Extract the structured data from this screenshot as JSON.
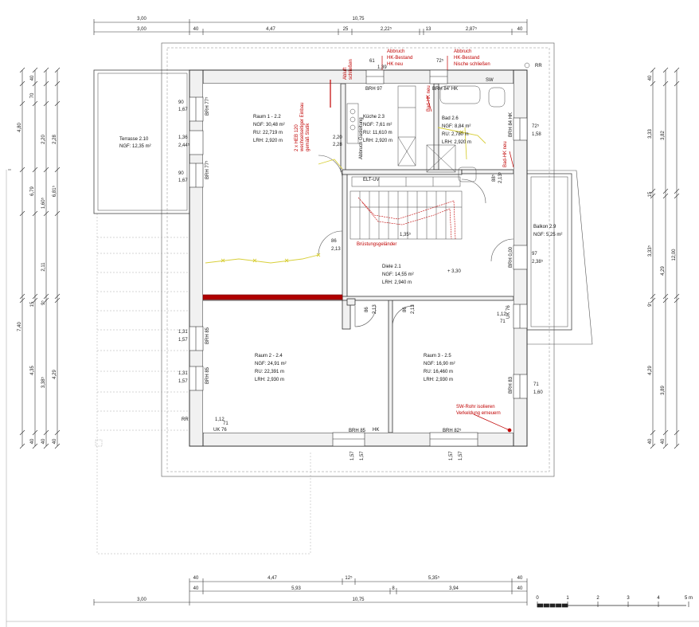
{
  "dims_top_1": [
    "3,00",
    "10,75"
  ],
  "dims_top_2": [
    "3,00",
    "40",
    "4,47",
    "25",
    "2,22⁵",
    "13",
    "2,87⁵",
    "40"
  ],
  "dims_bottom_1": [
    "40",
    "4,47",
    "12⁵",
    "5,35⁵",
    "40"
  ],
  "dims_bottom_2": [
    "40",
    "5,93",
    "8",
    "3,94",
    "40"
  ],
  "dims_bottom_3": [
    "3,00",
    "10,75"
  ],
  "dims_left": [
    "4,80",
    "40",
    "70",
    "2,20",
    "2,28",
    "6,79",
    "1,60⁵",
    "6,81⁵",
    "2,11",
    "15",
    "9⁵",
    "7,40",
    "3,38⁵",
    "4,29",
    "4,35",
    "40",
    "40",
    "40"
  ],
  "dims_right": [
    "40",
    "3,33",
    "3,82",
    "15",
    "3,33⁵",
    "4,29",
    "12,00",
    "9⁵",
    "4,29",
    "3,89",
    "40",
    "40"
  ],
  "rooms": {
    "terrace": {
      "name": "Terrasse 2.10",
      "ngf": "NGF: 12,35 m²"
    },
    "room1": {
      "name": "Raum 1 - 2.2",
      "ngf": "NGF: 30,48 m²",
      "ru": "RU: 22,719 m",
      "lrh": "LRH: 2,920 m"
    },
    "kitchen": {
      "name": "Küche 2.3",
      "ngf": "NGF: 7,61 m²",
      "ru": "RU: 11,610 m",
      "lrh": "LRH: 2,920 m"
    },
    "bath": {
      "name": "Bad 2.6",
      "ngf": "NGF: 8,84 m²",
      "ru": "RU: 2,780 m",
      "lrh": "LRH: 2,920 m"
    },
    "balcony": {
      "name": "Balkon 2.9",
      "ngf": "NGF: 5,25 m²"
    },
    "diele": {
      "name": "Diele 2.1",
      "ngf": "NGF: 14,55 m²",
      "lrh": "LRH: 2,940 m"
    },
    "room2": {
      "name": "Raum 2 - 2.4",
      "ngf": "NGF: 24,91 m²",
      "ru": "RU: 22,391 m",
      "lrh": "LRH: 2,930 m"
    },
    "room3": {
      "name": "Raum 3 - 2.5",
      "ngf": "NGF: 16,90 m²",
      "ru": "RU: 16,460 m",
      "lrh": "LRH: 2,930 m"
    }
  },
  "red_notes": {
    "beam": [
      "2 x HEB 120",
      "wechselseitiger Einbau",
      "gemäß Statik"
    ],
    "abbruch1": [
      "Abbruch",
      "HK-Bestand",
      "HK neu"
    ],
    "abbruch2": [
      "Abbruch",
      "HK-Bestand",
      "Nische schließen"
    ],
    "abluft": [
      "Abluft",
      "schließen"
    ],
    "badhk": "Bad-HK neu",
    "badhk2": "Bad-HK neu",
    "gelaender": "Brüstungsgeländer",
    "swrohr": [
      "SW-Rohr isolieren",
      "Verkeldung erneuern"
    ]
  },
  "labels": {
    "rr1": "RR",
    "rr2": "RR",
    "brh97": "BRH 97",
    "brh84": "BRH 84' HK",
    "brh77a": "BRH 77⁵",
    "brh77b": "BRH 77⁵",
    "brh85a": "BRH 85",
    "brh85b": "BRH 85",
    "brh85c": "BRH 85",
    "brh82": "BRH 82⁵",
    "brh84b": "BRH 84 HK",
    "brh83": "BRH 83",
    "brh000": "BRH 0,00",
    "hk": "HK",
    "sw": "SW",
    "elt": "ELT-UV",
    "abbruch_gasleitung": "Abbruch Gasleitung",
    "w90a": "90",
    "w167a": "1,67",
    "w136": "1,36",
    "w244": "2,44⁵",
    "w90b": "90",
    "w167b": "1,67",
    "w131a": "1,31",
    "w157a": "1,57",
    "w131b": "1,31",
    "w157b": "1,57",
    "w112": "1,12",
    "w71a": "71",
    "uk76a": "UK 76",
    "w61": "61",
    "w139": "1,39",
    "w72": "72⁵",
    "w158": "1,58",
    "w72b": "72⁵",
    "w97": "97",
    "w238": "2,38⁵",
    "w86a": "86",
    "w213a": "2,13",
    "w86b": "86",
    "w213b": "2,13",
    "w86c": "86",
    "w213c": "2,13",
    "w112b": "1,12",
    "w71b": "71",
    "uk76b": "UK 76",
    "w71c": "71",
    "w160": "1,60",
    "w220": "2,20",
    "w228": "2,28",
    "w88": "88⁵",
    "w213d": "2,13⁵",
    "w135": "1,35⁵",
    "lvl": "+ 3,30",
    "w157c": "1,57",
    "w157d": "1,57",
    "w157e": "1,57",
    "w157f": "1,57"
  },
  "scale": {
    "ticks": [
      "0",
      "1",
      "2",
      "3",
      "4",
      "5 m"
    ]
  }
}
